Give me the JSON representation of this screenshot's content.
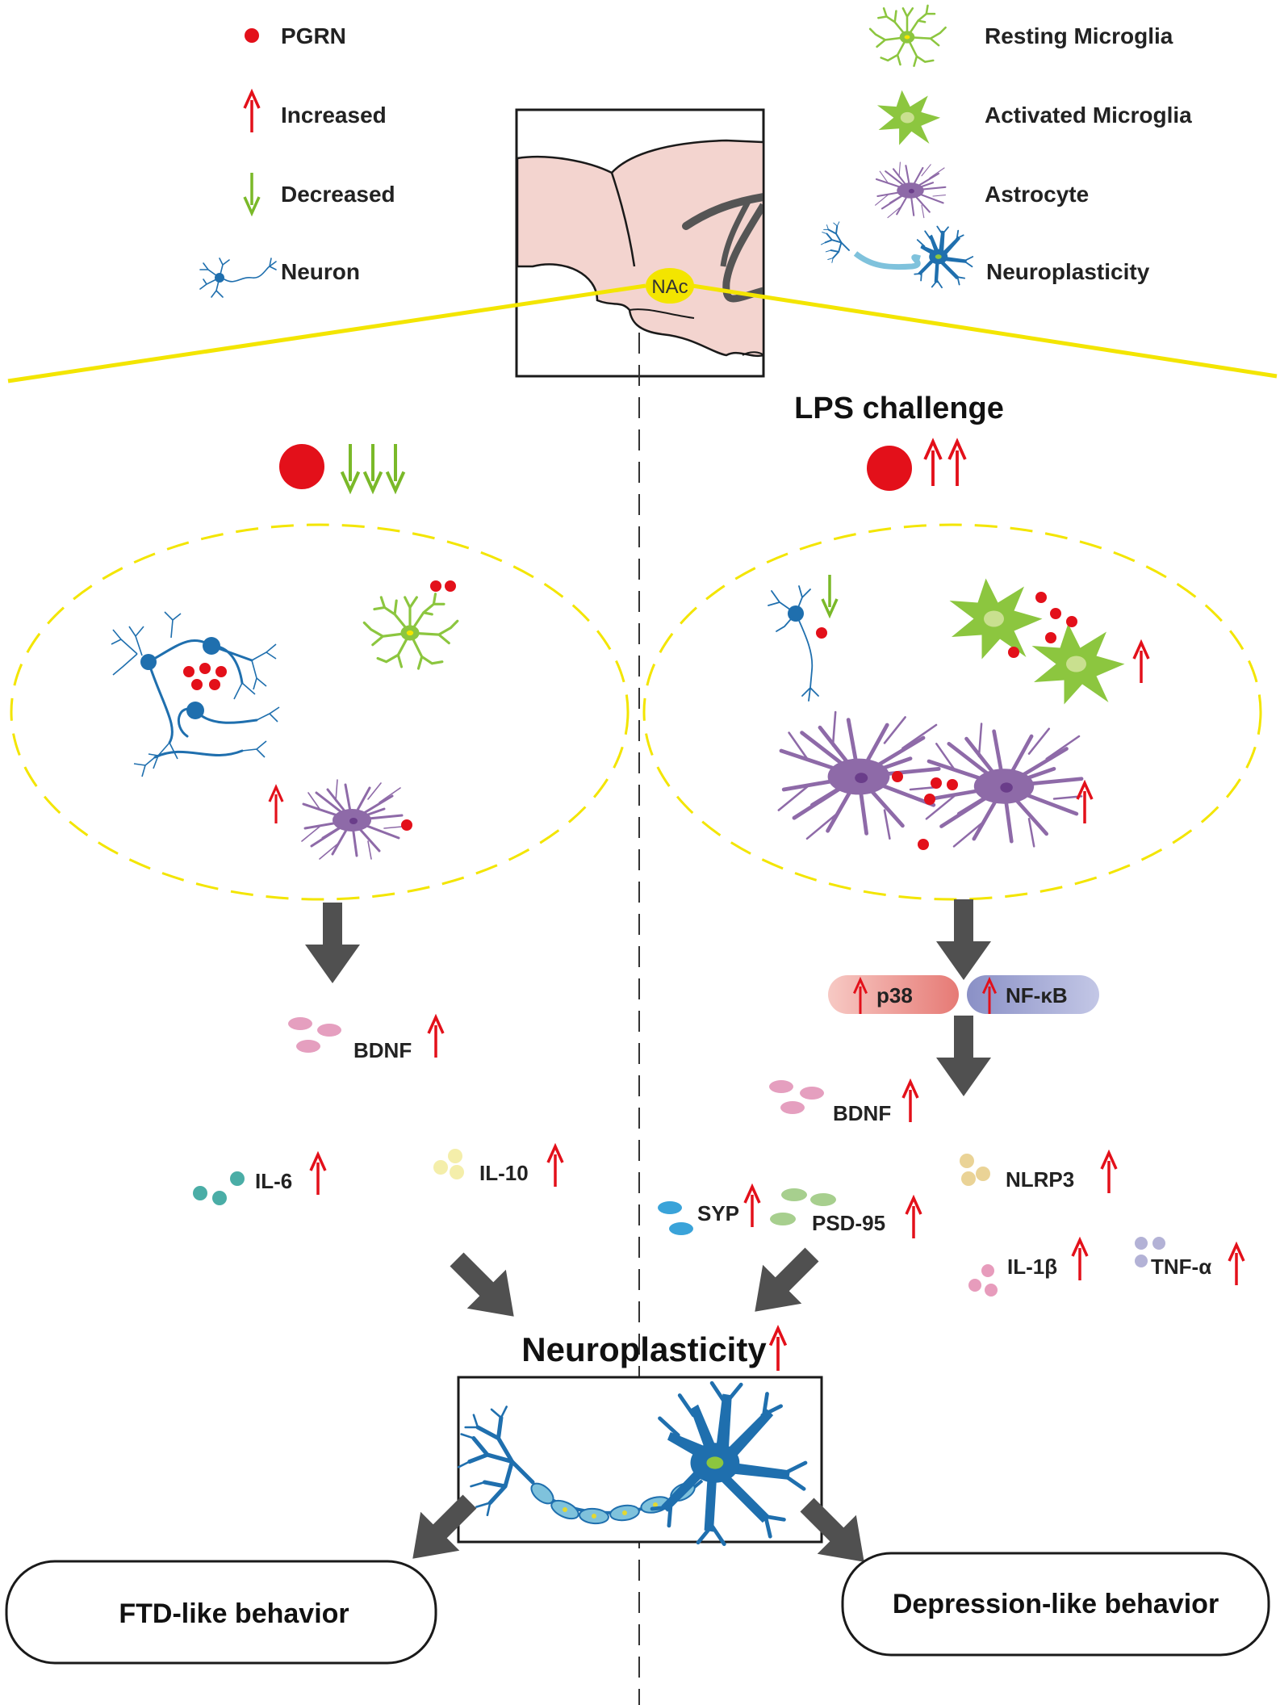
{
  "legend": {
    "pgrn": "PGRN",
    "increased": "Increased",
    "decreased": "Decreased",
    "neuron": "Neuron",
    "resting_microglia": "Resting Microglia",
    "activated_microglia": "Activated Microglia",
    "astrocyte": "Astrocyte",
    "neuroplasticity": "Neuroplasticity"
  },
  "brain": {
    "region_label": "NAc"
  },
  "right_panel": {
    "title": "LPS challenge",
    "p38": "p38",
    "nfkb": "NF-κB",
    "bdnf": "BDNF",
    "nlrp3": "NLRP3",
    "syp": "SYP",
    "psd95": "PSD-95",
    "il1b": "IL-1β",
    "tnfa": "TNF-α"
  },
  "left_panel": {
    "bdnf": "BDNF",
    "il6": "IL-6",
    "il10": "IL-10"
  },
  "outcome": {
    "title": "Neuroplasticity",
    "ftd": "FTD-like behavior",
    "depression": "Depression-like behavior"
  },
  "colors": {
    "pgrn_red": "#e3101a",
    "increase_arrow": "#e3101a",
    "decrease_arrow": "#7ab929",
    "microglia_green": "#8cc63f",
    "astrocyte_purple": "#8e6aa8",
    "neuron_blue": "#1f6fae",
    "highlight_yellow": "#f3e500",
    "flow_arrow_gray": "#505050"
  }
}
